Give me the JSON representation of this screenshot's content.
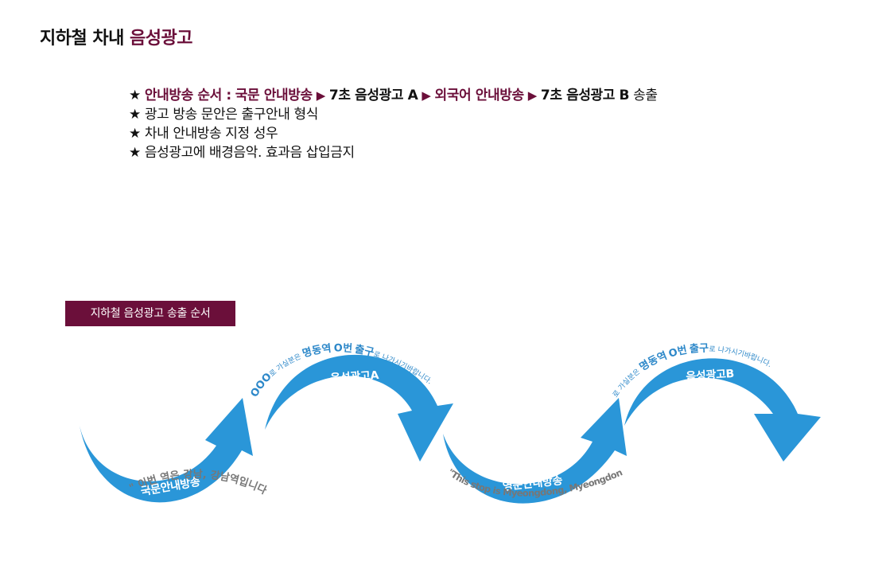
{
  "colors": {
    "accent": "#6b0f3a",
    "flow_blue": "#2a96d8",
    "text_blue": "#2d88c9",
    "gray_text": "#777777"
  },
  "title": {
    "prefix": "지하철 차내",
    "highlight": "음성광고"
  },
  "notice": {
    "line1": {
      "star": "★",
      "label": "안내방송 순서 :",
      "step1": "국문 안내방송",
      "step2": "7초 음성광고 A",
      "step3": "외국어 안내방송",
      "step4": "7초 음성광고 B",
      "tail": "송출"
    },
    "lines": [
      "★ 광고 방송 문안은 출구안내 형식",
      "★ 차내 안내방송 지정 성우",
      "★ 음성광고에 배경음악. 효과음 삽입금지"
    ]
  },
  "section_label": "지하철 음성광고 송출 순서",
  "flow": {
    "korean": {
      "label": "국문안내방송",
      "quote": "\" 이번 역은 강남, 강남역입니다. \""
    },
    "ad_a": {
      "label": "음성광고A",
      "circles": "OOO",
      "small1": "로 가실분은",
      "emph1": "명동역",
      "mid": "O번",
      "emph2": "출구",
      "small2": "로 나가시기바랍니다."
    },
    "english": {
      "label": "영문안내방송",
      "quote": "\"This stop is Myeongdong, Myeongdong\""
    },
    "ad_b": {
      "label": "음성광고B",
      "small1": "로 가실분은",
      "emph1": "명동역",
      "mid": "O번",
      "emph2": "출구",
      "small2": "로 나가시기바랍니다."
    }
  }
}
